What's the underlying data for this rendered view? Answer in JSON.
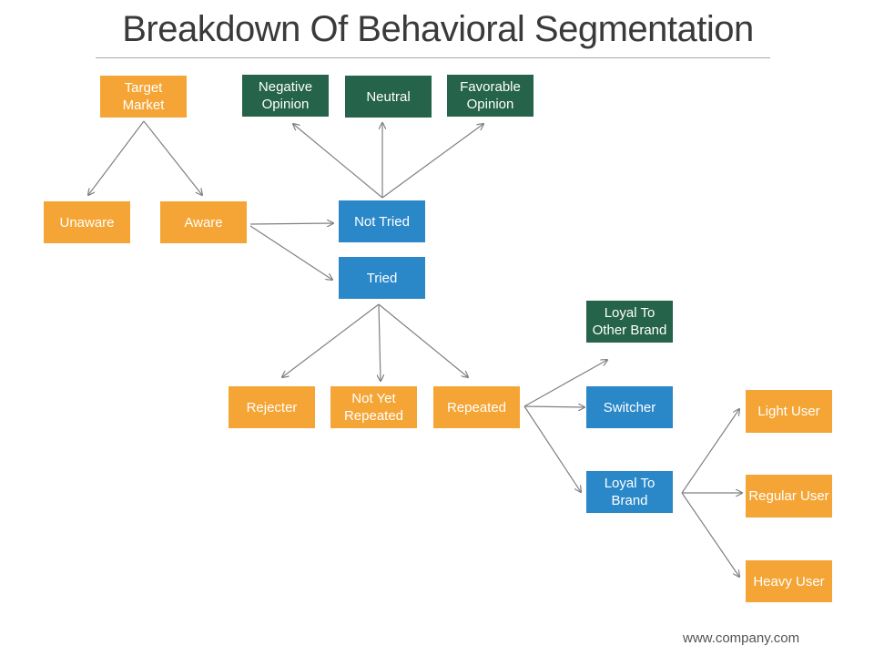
{
  "title": "Breakdown Of Behavioral Segmentation",
  "footer": "www.company.com",
  "colors": {
    "orange": "#F4A535",
    "green": "#25634A",
    "blue": "#2A88C8",
    "arrow": "#808080"
  },
  "nodes": {
    "target_market": {
      "label": "Target Market",
      "color": "orange"
    },
    "negative_opinion": {
      "label": "Negative Opinion",
      "color": "green"
    },
    "neutral": {
      "label": "Neutral",
      "color": "green"
    },
    "favorable_opinion": {
      "label": "Favorable Opinion",
      "color": "green"
    },
    "unaware": {
      "label": "Unaware",
      "color": "orange"
    },
    "aware": {
      "label": "Aware",
      "color": "orange"
    },
    "not_tried": {
      "label": "Not Tried",
      "color": "blue"
    },
    "tried": {
      "label": "Tried",
      "color": "blue"
    },
    "loyal_to_other_brand": {
      "label": "Loyal To Other Brand",
      "color": "green"
    },
    "rejecter": {
      "label": "Rejecter",
      "color": "orange"
    },
    "not_yet_repeated": {
      "label": "Not Yet Repeated",
      "color": "orange"
    },
    "repeated": {
      "label": "Repeated",
      "color": "orange"
    },
    "switcher": {
      "label": "Switcher",
      "color": "blue"
    },
    "loyal_to_brand": {
      "label": "Loyal To Brand",
      "color": "blue"
    },
    "light_user": {
      "label": "Light User",
      "color": "orange"
    },
    "regular_user": {
      "label": "Regular User",
      "color": "orange"
    },
    "heavy_user": {
      "label": "Heavy User",
      "color": "orange"
    }
  },
  "edges": [
    [
      "target_market",
      "unaware"
    ],
    [
      "target_market",
      "aware"
    ],
    [
      "not_tried",
      "negative_opinion"
    ],
    [
      "not_tried",
      "neutral"
    ],
    [
      "not_tried",
      "favorable_opinion"
    ],
    [
      "aware",
      "not_tried"
    ],
    [
      "aware",
      "tried"
    ],
    [
      "tried",
      "rejecter"
    ],
    [
      "tried",
      "not_yet_repeated"
    ],
    [
      "tried",
      "repeated"
    ],
    [
      "repeated",
      "loyal_to_other_brand"
    ],
    [
      "repeated",
      "switcher"
    ],
    [
      "repeated",
      "loyal_to_brand"
    ],
    [
      "loyal_to_brand",
      "light_user"
    ],
    [
      "loyal_to_brand",
      "regular_user"
    ],
    [
      "loyal_to_brand",
      "heavy_user"
    ]
  ]
}
